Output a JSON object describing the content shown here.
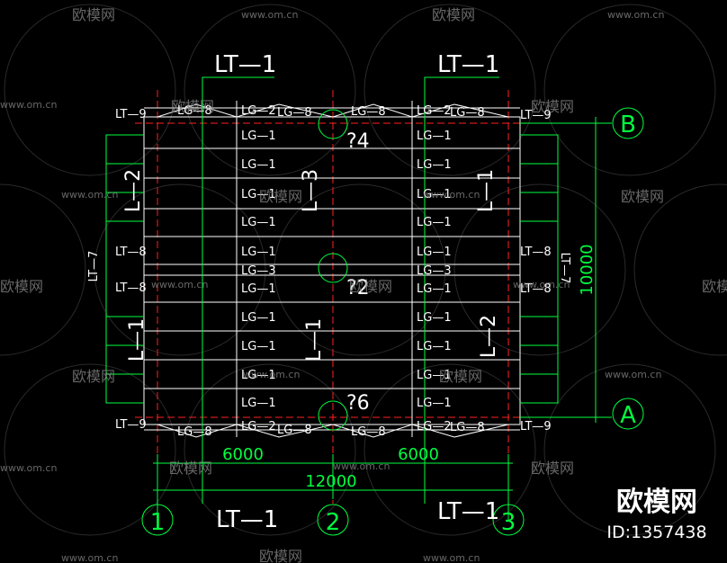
{
  "colors": {
    "background": "#000000",
    "structure": "#ffffff",
    "green": "#00ff40",
    "red": "#ff2020",
    "watermark": "#8a8a8a"
  },
  "top_labels": [
    "LT—1",
    "LT—1"
  ],
  "bottom_labels": [
    "LT—1",
    "LT—1"
  ],
  "axis_letters": [
    "B",
    "A"
  ],
  "axis_numbers": [
    "1",
    "2",
    "3"
  ],
  "dim": {
    "span1": "6000",
    "span2": "6000",
    "total": "12000",
    "height": "10000"
  },
  "column_labels": [
    "?4",
    "?2",
    "?6"
  ],
  "lt9": [
    "LT—9",
    "LT—9",
    "LT—9",
    "LT—9"
  ],
  "lt8": [
    "LT—8",
    "LT—8",
    "LT—8",
    "LT—8"
  ],
  "side_labels": {
    "lt7": "LT—7",
    "lt7r": "LT—7",
    "l2_left": "L—2",
    "l1_left": "L—1",
    "l3_mid": "L—3",
    "l1_mid": "L—1",
    "l1_right": "L—1",
    "l2_right": "L—2"
  },
  "lg1_left": [
    "LG—1",
    "LG—1",
    "LG—1",
    "LG—1",
    "LG—1",
    "LG—1",
    "LG—1",
    "LG—1",
    "LG—1",
    "LG—1"
  ],
  "lg1_right": [
    "LG—1",
    "LG—1",
    "LG—1",
    "LG—1",
    "LG—1",
    "LG—1",
    "LG—1",
    "LG—1",
    "LG—1",
    "LG—1"
  ],
  "lg3": [
    "LG—3",
    "LG—3"
  ],
  "lg_top": [
    "LG—8",
    "LG—2",
    "LG—8",
    "LG—8",
    "LG—2",
    "LG—8"
  ],
  "lg_bottom": [
    "LG—8",
    "LG—2",
    "LG—8",
    "LG—8",
    "LG—2",
    "LG—8"
  ],
  "watermark": {
    "brand": "欧模网",
    "url": "www.om.cn",
    "id": "ID:1357438"
  }
}
